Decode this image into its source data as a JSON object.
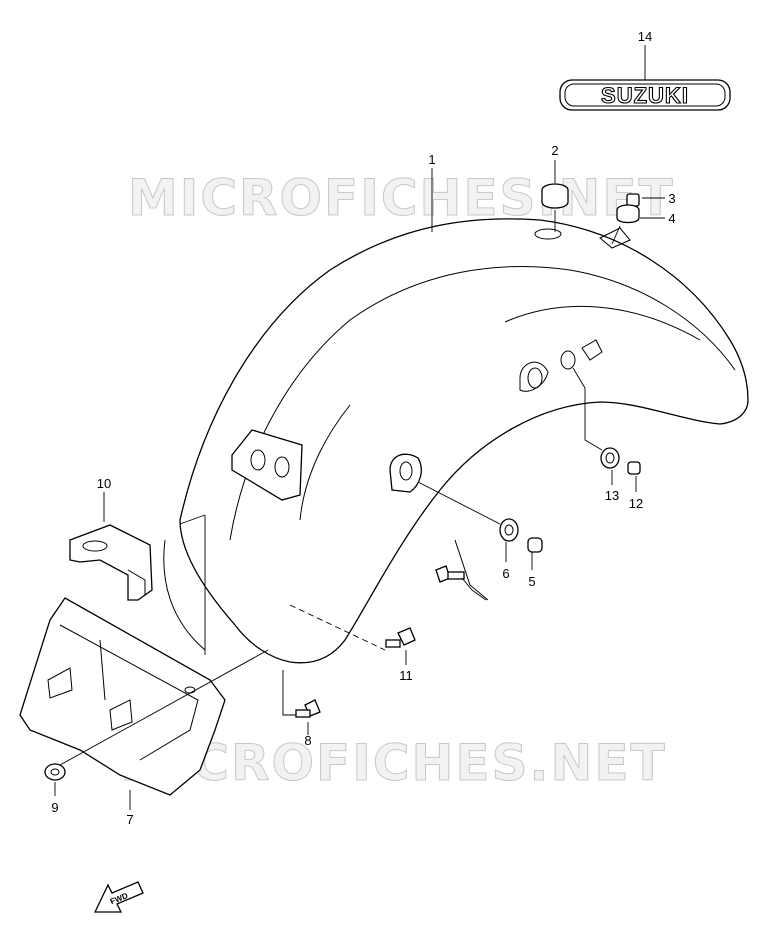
{
  "watermark": "MICROFICHES.NET",
  "brand_emblem_text": "SUZUKI",
  "fwd_arrow_text": "FWD",
  "callouts": {
    "c1": "1",
    "c2": "2",
    "c3": "3",
    "c4": "4",
    "c5": "5",
    "c6": "6",
    "c7": "7",
    "c8": "8",
    "c9": "9",
    "c10": "10",
    "c11": "11",
    "c12": "12",
    "c13": "13",
    "c14": "14"
  },
  "icons": {
    "fender": "rear-fender-icon",
    "emblem": "suzuki-emblem-icon",
    "arrow": "fwd-arrow-icon"
  }
}
